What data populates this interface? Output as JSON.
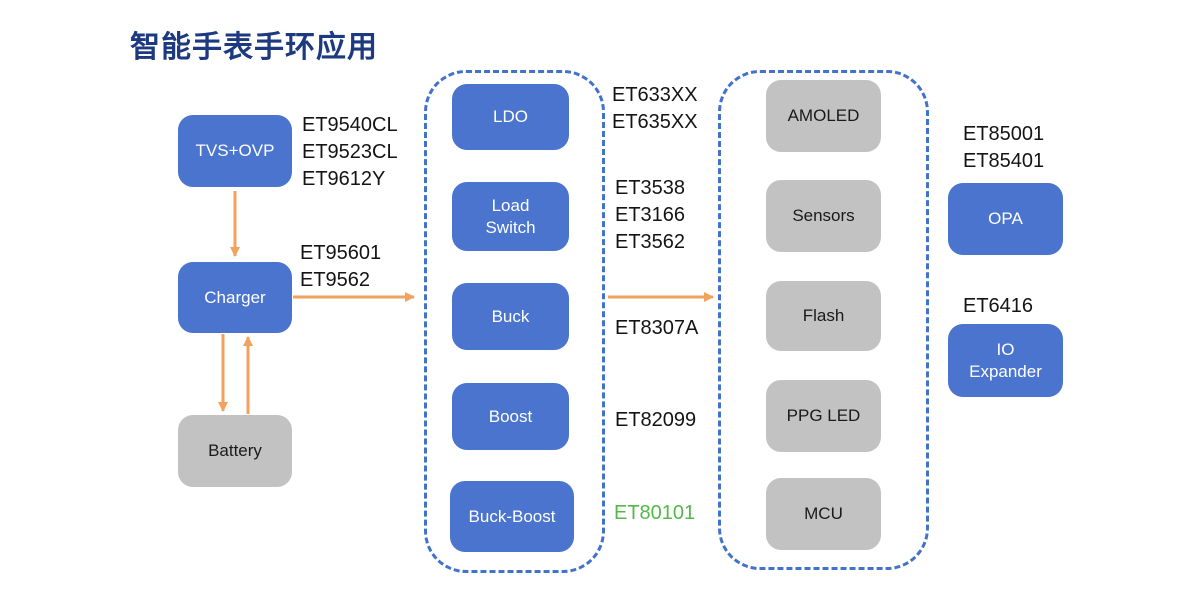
{
  "title": "智能手表手环应用",
  "colors": {
    "node_blue": "#4a74ce",
    "node_gray": "#c2c2c2",
    "arrow_orange": "#f2a25c",
    "dashed_border": "#4372ca",
    "highlight_green": "#54b948",
    "title_blue": "#1d3a80"
  },
  "power_input": {
    "tvs_ovp": {
      "label": "TVS+OVP",
      "parts": [
        "ET9540CL",
        "ET9523CL",
        "ET9612Y"
      ]
    },
    "charger": {
      "label": "Charger",
      "parts": [
        "ET95601",
        "ET9562"
      ]
    },
    "battery": {
      "label": "Battery"
    }
  },
  "power_rails": {
    "ldo": {
      "label": "LDO",
      "parts": [
        "ET633XX",
        "ET635XX"
      ]
    },
    "load_switch": {
      "label": "Load Switch",
      "parts": [
        "ET3538",
        "ET3166",
        "ET3562"
      ]
    },
    "buck": {
      "label": "Buck",
      "parts": [
        "ET8307A"
      ]
    },
    "boost": {
      "label": "Boost",
      "parts": [
        "ET82099"
      ]
    },
    "buck_boost": {
      "label": "Buck-Boost",
      "parts": [
        "ET80101"
      ]
    }
  },
  "loads": {
    "amoled": {
      "label": "AMOLED"
    },
    "sensors": {
      "label": "Sensors"
    },
    "flash": {
      "label": "Flash"
    },
    "ppg_led": {
      "label": "PPG LED"
    },
    "mcu": {
      "label": "MCU"
    }
  },
  "aux": {
    "opa": {
      "label": "OPA",
      "parts": [
        "ET85001",
        "ET85401"
      ]
    },
    "io_expander": {
      "label": "IO Expander",
      "parts": [
        "ET6416"
      ]
    }
  }
}
